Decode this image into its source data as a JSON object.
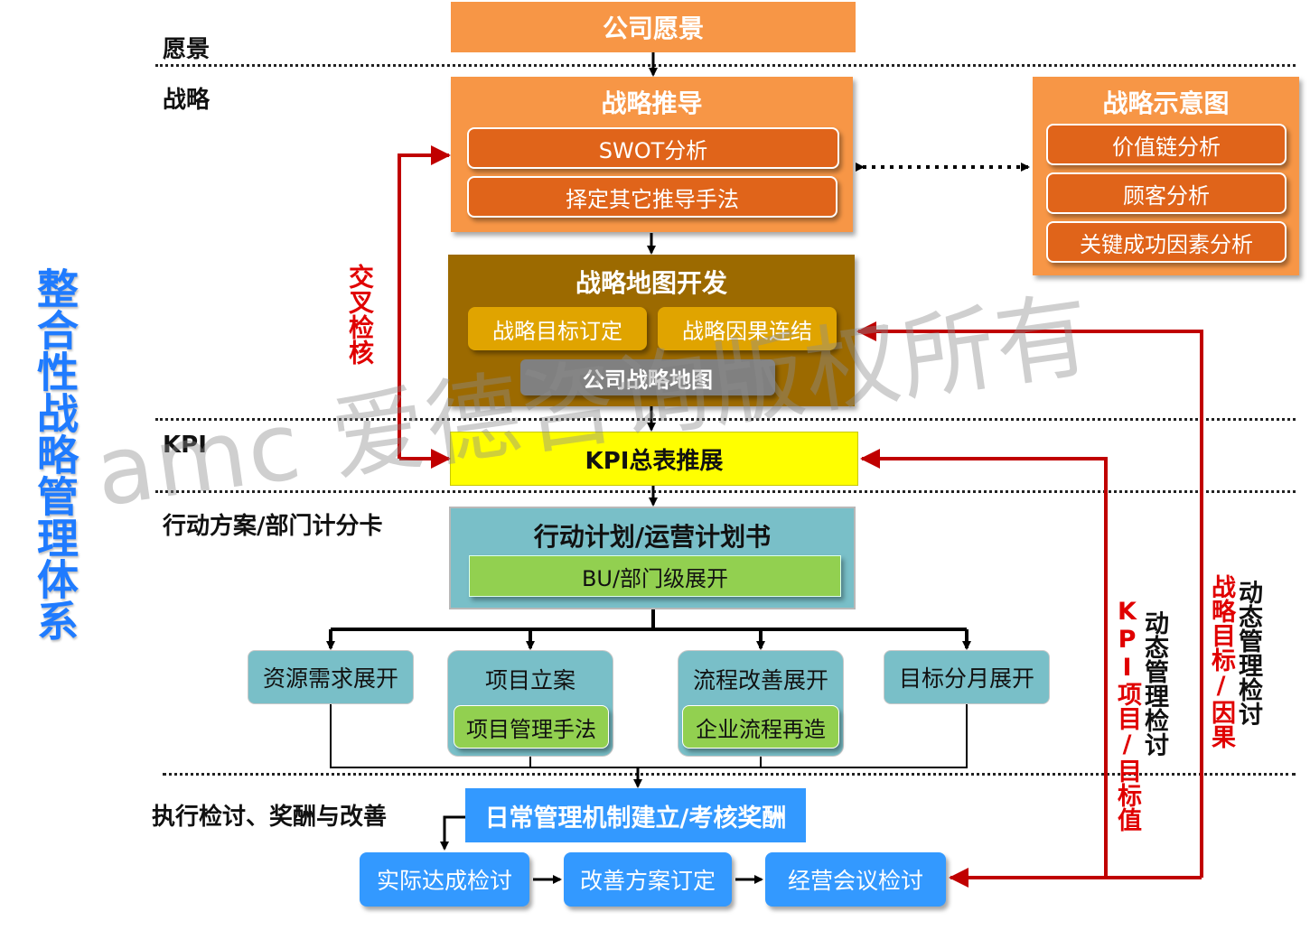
{
  "title": "整合性战略管理体系",
  "levels": {
    "vision": "愿景",
    "strategy": "战略",
    "kpi": "KPI",
    "action": "行动方案/部门计分卡",
    "exec": "执行检讨、奖酬与改善"
  },
  "vision_box": "公司愿景",
  "derivation": {
    "title": "战略推导",
    "items": [
      "SWOT分析",
      "择定其它推导手法"
    ]
  },
  "diagram_box": {
    "title": "战略示意图",
    "items": [
      "价值链分析",
      "顾客分析",
      "关键成功因素分析"
    ]
  },
  "cross_check": "交叉检核",
  "map_dev": {
    "title": "战略地图开发",
    "items": [
      "战略目标订定",
      "战略因果连结"
    ],
    "company_map": "公司战略地图"
  },
  "kpi_box": "KPI总表推展",
  "action_plan": {
    "title": "行动计划/运营计划书",
    "sub": "BU/部门级展开"
  },
  "branches": [
    {
      "label": "资源需求展开"
    },
    {
      "label": "项目立案",
      "sub": "项目管理手法"
    },
    {
      "label": "流程改善展开",
      "sub": "企业流程再造"
    },
    {
      "label": "目标分月展开"
    }
  ],
  "mgmt_box": "日常管理机制建立/考核奖酬",
  "review_chain": [
    "实际达成检讨",
    "改善方案订定",
    "经营会议检讨"
  ],
  "side_labels": {
    "kpi_red": "KPI项目/目标值",
    "kpi_black": "动态管理检讨",
    "strat_red": "战略目标/因果",
    "strat_black": "动态管理检讨"
  },
  "watermark": "amc 爱德咨询版权所有",
  "colors": {
    "orange": "#F79646",
    "orange_dark": "#E0641A",
    "olive": "#9C6A00",
    "gold": "#E0A400",
    "gray": "#808080",
    "yellow": "#FFFF00",
    "teal": "#79BFC8",
    "green": "#92D050",
    "blue": "#3399FF",
    "red": "#C00000",
    "title_blue": "#1F7BFF"
  }
}
